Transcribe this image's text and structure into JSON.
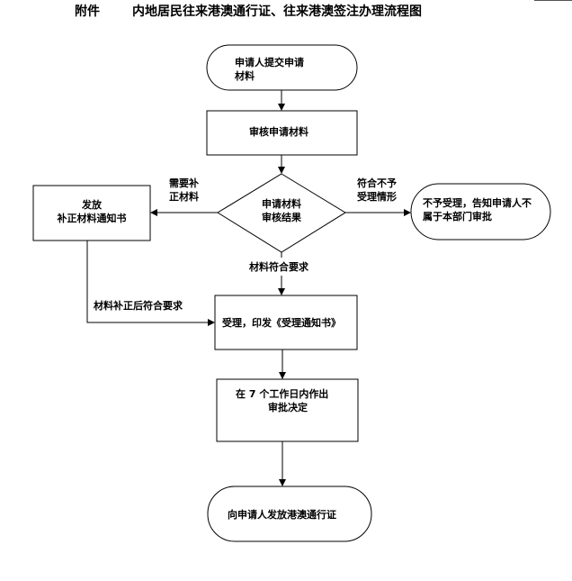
{
  "title": {
    "prefix": "附件",
    "text": "内地居民往来港澳通行证、往来港澳签注办理流程图"
  },
  "nodes": {
    "start": {
      "line1": "申请人提交申请",
      "line2": "材料"
    },
    "review": {
      "text": "审核申请材料"
    },
    "decision": {
      "line1": "申请材料",
      "line2": "审核结果"
    },
    "issue_notice": {
      "line1": "发放",
      "line2": "补正材料通知书"
    },
    "reject": {
      "line1": "不予受理，告知申请人不",
      "line2": "属于本部门审批"
    },
    "accept": {
      "text": "受理，印发《受理通知书》"
    },
    "decide": {
      "line1": "在 7 个工作日内作出",
      "line2": "审批决定"
    },
    "end": {
      "text": "向申请人发放港澳通行证"
    }
  },
  "edges": {
    "need_supplement": {
      "line1": "需要补",
      "line2": "正材料"
    },
    "not_accepted": {
      "line1": "符合不予",
      "line2": "受理情形"
    },
    "meets_requirements": {
      "text": "材料符合要求"
    },
    "after_supplement": {
      "text": "材料补正后符合要求"
    }
  }
}
